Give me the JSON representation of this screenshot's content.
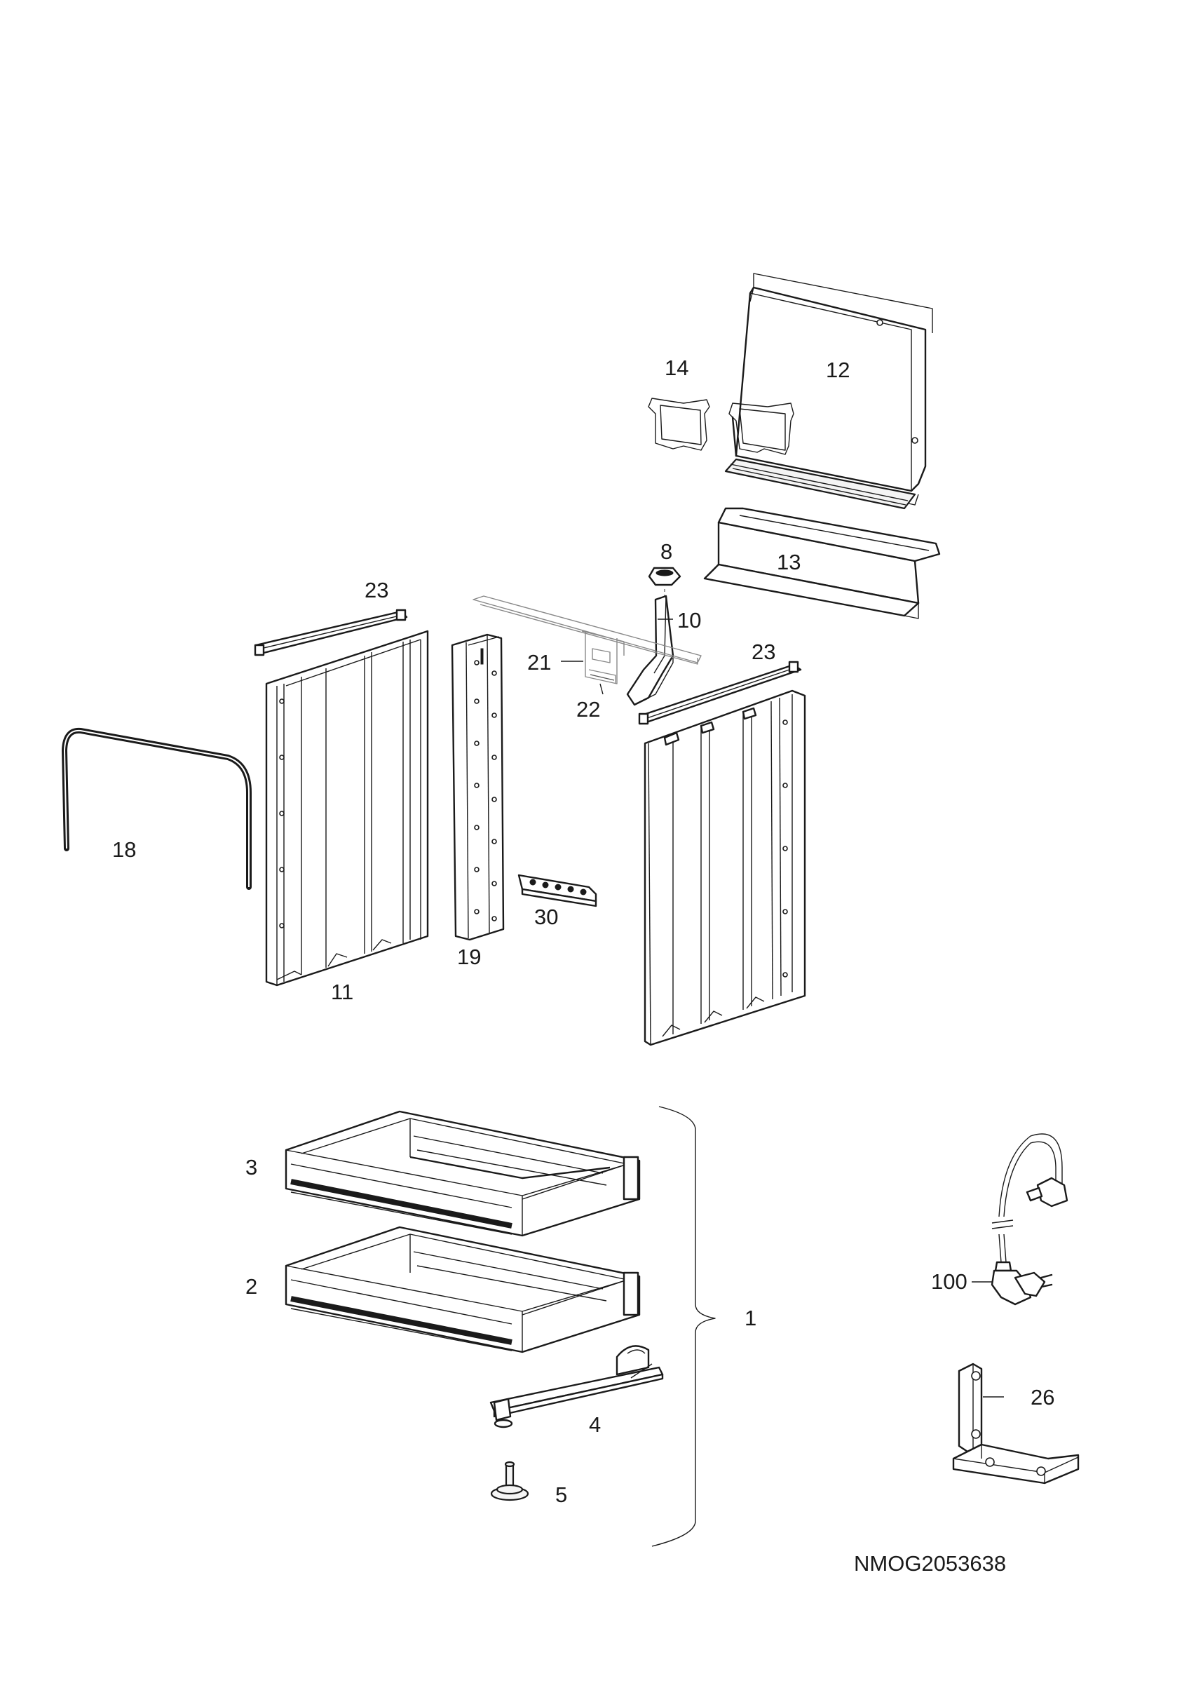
{
  "diagram": {
    "drawing_code": "NMOG2053638",
    "callouts": {
      "c1": "1",
      "c2": "2",
      "c3": "3",
      "c4": "4",
      "c5": "5",
      "c8": "8",
      "c10": "10",
      "c11": "11",
      "c12": "12",
      "c13": "13",
      "c14": "14",
      "c18": "18",
      "c19": "19",
      "c21": "21",
      "c22": "22",
      "c23a": "23",
      "c23b": "23",
      "c26": "26",
      "c30": "30",
      "c100": "100"
    }
  }
}
